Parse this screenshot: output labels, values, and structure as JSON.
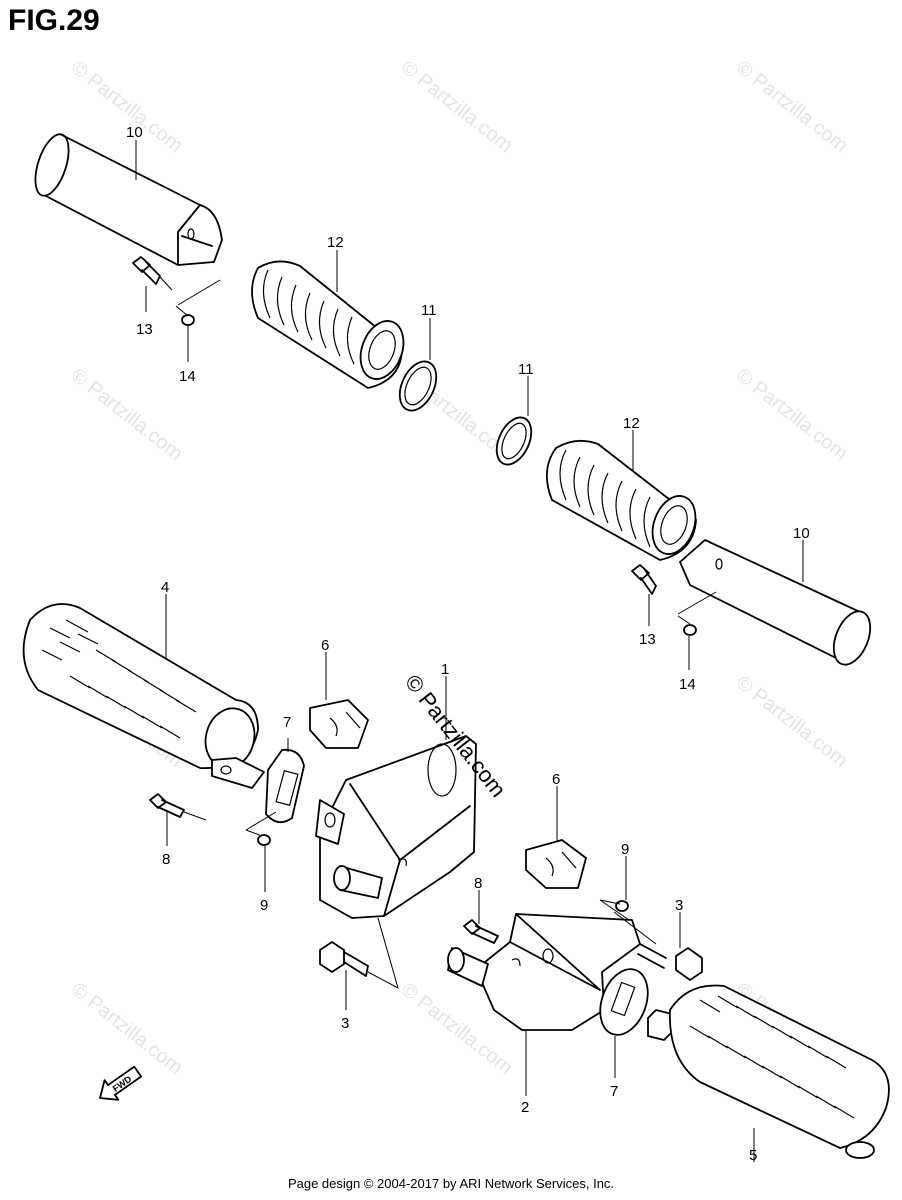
{
  "figure": {
    "title": "FIG.29"
  },
  "watermark": {
    "text": "© Partzilla.com"
  },
  "callouts": {
    "p1": "1",
    "p2": "2",
    "p3a": "3",
    "p3b": "3",
    "p4": "4",
    "p5": "5",
    "p6a": "6",
    "p6b": "6",
    "p7a": "7",
    "p7b": "7",
    "p8a": "8",
    "p8b": "8",
    "p9a": "9",
    "p9b": "9",
    "p10a": "10",
    "p10b": "10",
    "p11a": "11",
    "p11b": "11",
    "p12a": "12",
    "p12b": "12",
    "p13a": "13",
    "p13b": "13",
    "p14a": "14",
    "p14b": "14"
  },
  "fwd_label": "FWD",
  "footer": {
    "text": "Page design © 2004-2017 by ARI Network Services, Inc."
  }
}
